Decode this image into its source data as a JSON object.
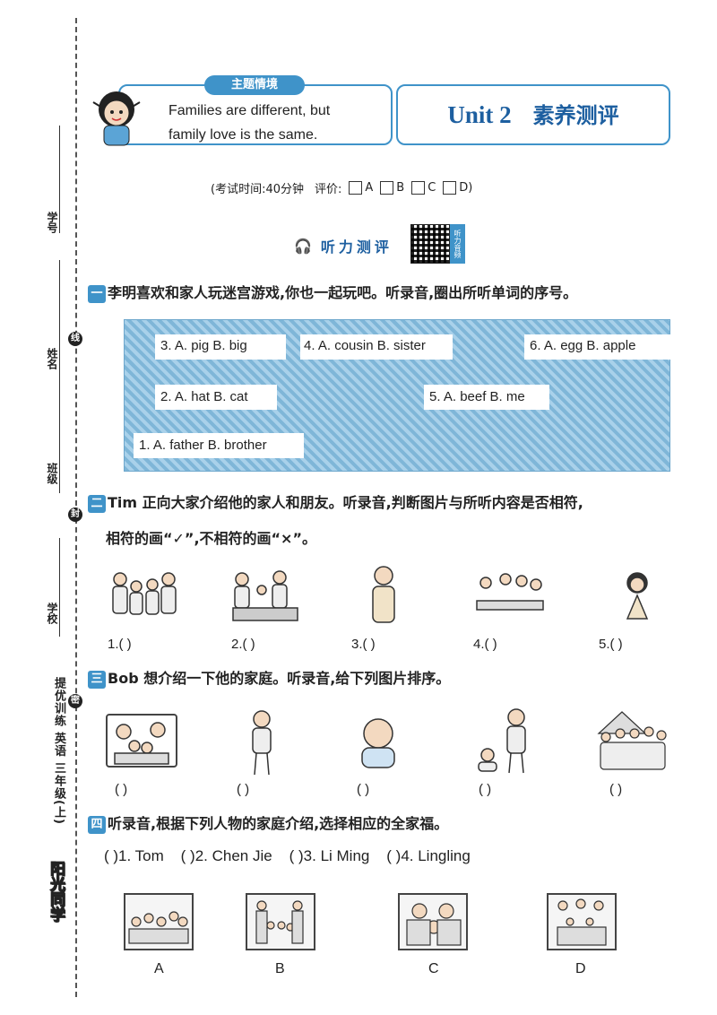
{
  "binding": {
    "labels": [
      "学号",
      "姓名",
      "班级",
      "学校"
    ],
    "marks": [
      "线",
      "封",
      "密"
    ],
    "series": "提优训练 英语 三年级(上)",
    "logo": "阳光同学"
  },
  "header": {
    "theme_tag": "主题情境",
    "theme_line1": "Families are different, but",
    "theme_line2": "family love is the same.",
    "unit": "Unit 2",
    "unit_title": "素养测评"
  },
  "exam": {
    "time_label": "(考试时间:40分钟",
    "grade_label": "评价:",
    "options": [
      "A",
      "B",
      "C",
      "D)"
    ]
  },
  "listening": {
    "title": "听力测评",
    "qr_tag": "听力音频"
  },
  "q1": {
    "num": "一",
    "text": "李明喜欢和家人玩迷宫游戏,你也一起玩吧。听录音,圈出所听单词的序号。",
    "items": [
      "1. A. father  B. brother",
      "2. A. hat  B. cat",
      "3. A. pig  B. big",
      "4. A. cousin  B. sister",
      "5. A. beef  B. me",
      "6. A. egg  B. apple"
    ]
  },
  "q2": {
    "num": "二",
    "text1": "Tim 正向大家介绍他的家人和朋友。听录音,判断图片与所听内容是否相符,",
    "text2": "相符的画“✓”,不相符的画“×”。",
    "blanks": [
      "1.(      )",
      "2.(      )",
      "3.(      )",
      "4.(      )",
      "5.(      )"
    ]
  },
  "q3": {
    "num": "三",
    "text": "Bob 想介绍一下他的家庭。听录音,给下列图片排序。",
    "blanks": [
      "(      )",
      "(      )",
      "(      )",
      "(      )",
      "(      )"
    ]
  },
  "q4": {
    "num": "四",
    "text": "听录音,根据下列人物的家庭介绍,选择相应的全家福。",
    "choices": [
      "(      )1. Tom",
      "(      )2. Chen Jie",
      "(      )3. Li Ming",
      "(      )4. Lingling"
    ],
    "photos": [
      "A",
      "B",
      "C",
      "D"
    ]
  }
}
